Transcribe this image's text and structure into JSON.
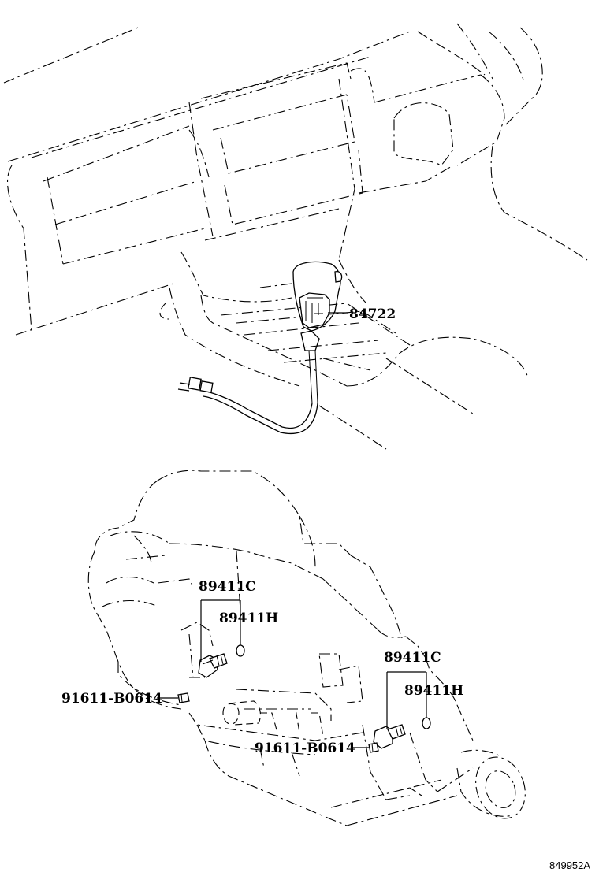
{
  "callouts": {
    "switch_84722": "84722",
    "sensor_left_c": "89411C",
    "sensor_left_h": "89411H",
    "bolt_left": "91611-B0614",
    "sensor_right_c": "89411C",
    "sensor_right_h": "89411H",
    "bolt_right": "91611-B0614"
  },
  "figure_id": "849952A"
}
